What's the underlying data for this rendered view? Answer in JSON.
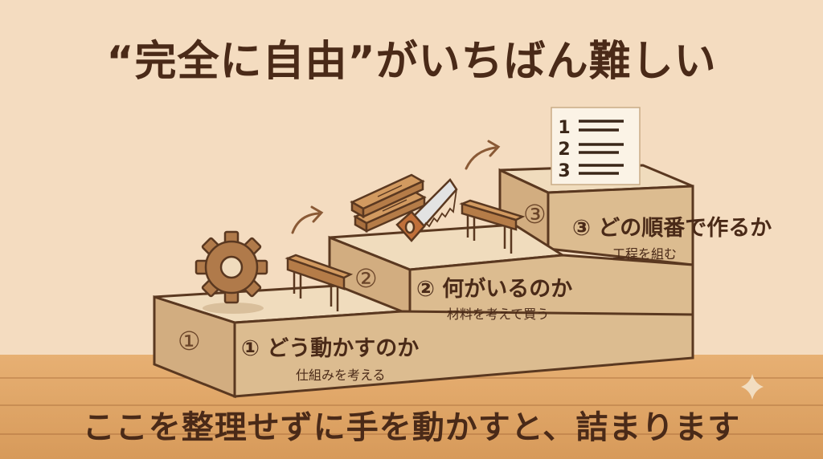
{
  "title": "“完全に自由”がいちばん難しい",
  "bottom_text": "ここを整理せずに手を動かすと、詰まります",
  "steps": [
    {
      "badge": "①",
      "title": "① どう動かすのか",
      "subtitle": "仕組みを考える"
    },
    {
      "badge": "②",
      "title": "② 何がいるのか",
      "subtitle": "材料を考えて買う"
    },
    {
      "badge": "③",
      "title": "③ どの順番で作るか",
      "subtitle": "工程を組む"
    }
  ],
  "checklist": {
    "items": [
      "1",
      "2",
      "3"
    ]
  },
  "colors": {
    "background": "#f4dcc0",
    "step_front": "#dcbc90",
    "step_top": "#f0dcbd",
    "outline": "#5a3820",
    "text": "#4a2a18",
    "wood": "#c79a64"
  },
  "icons": [
    "gear-icon",
    "stool-icon",
    "lumber-icon",
    "saw-icon",
    "arrow-icon",
    "checklist-icon",
    "sparkle-icon"
  ]
}
